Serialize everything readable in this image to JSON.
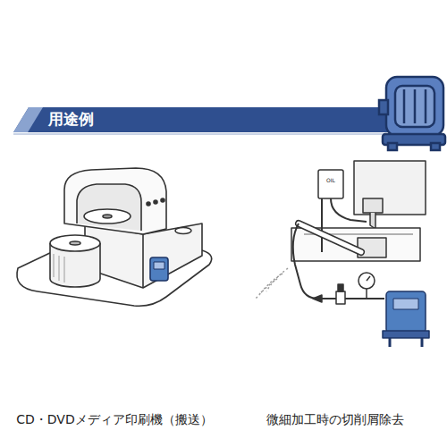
{
  "diagram": {
    "title": "用途例",
    "labels": [
      "CD・DVDメディア印刷機（搬送）",
      "微細加工時の切削屑除去",
      "OIL"
    ]
  }
}
